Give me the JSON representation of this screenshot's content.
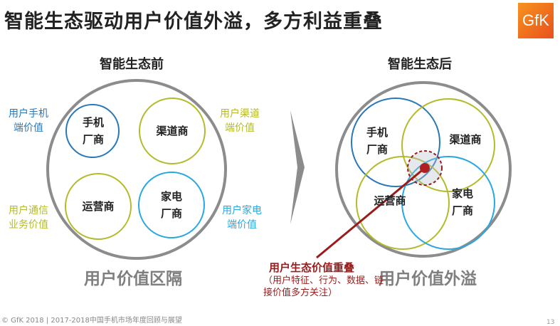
{
  "title": "智能生态驱动用户价值外溢，多方利益重叠",
  "logo": "GfK",
  "before": {
    "heading": "智能生态前",
    "caption": "用户价值区隔",
    "side_labels": [
      "用户手机端价值",
      "用户渠道端价值",
      "用户通信业务价值",
      "用户家电端价值"
    ],
    "circles": [
      "手机厂商",
      "渠道商",
      "运营商",
      "家电厂商"
    ]
  },
  "after": {
    "heading": "智能生态后",
    "caption": "用户价值外溢",
    "circles": [
      "手机厂商",
      "渠道商",
      "运营商",
      "家电厂商"
    ]
  },
  "overlap": {
    "title": "用户生态价值重叠",
    "detail": "（用户特征、行为、数据、链接价值多方关注）"
  },
  "colors": {
    "blue": "#2a78b8",
    "green": "#b3bb2b",
    "cyan": "#29a8df",
    "red": "#9b1b1b"
  },
  "footer": "© GfK 2018 | 2017-2018中国手机市场年度回顾与展望",
  "page": "13"
}
